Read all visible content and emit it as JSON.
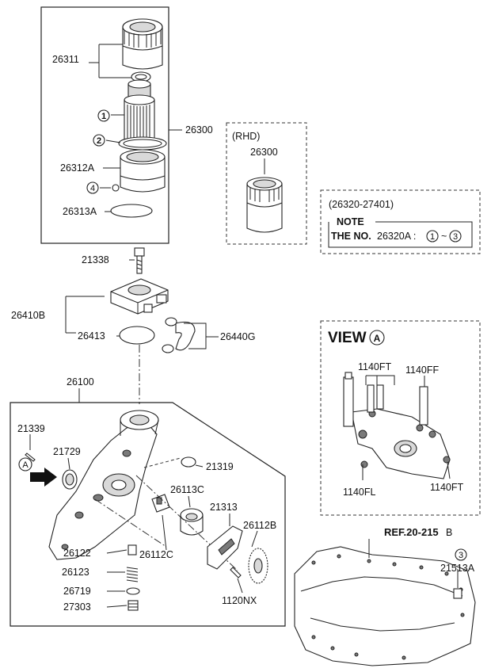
{
  "labels": {
    "p26311": "26311",
    "p26300": "26300",
    "p26312A": "26312A",
    "p26313A": "26313A",
    "c1": "1",
    "c2": "2",
    "c4": "4",
    "rhd_title": "(RHD)",
    "rhd_part": "26300",
    "note_range": "(26320-27401)",
    "note_title": "NOTE",
    "note_text": "THE NO.",
    "note_part": "26320A :",
    "note_c1": "1",
    "note_tilde": "~",
    "note_c3": "3",
    "p21338": "21338",
    "p26410B": "26410B",
    "p26413": "26413",
    "p26440G": "26440G",
    "p26100": "26100",
    "p21339": "21339",
    "p21729": "21729",
    "cA": "A",
    "p21319": "21319",
    "p26113C": "26113C",
    "p21313": "21313",
    "p26112B": "26112B",
    "p26122": "26122",
    "p26112C": "26112C",
    "p26123": "26123",
    "p26719": "26719",
    "p27303": "27303",
    "p1120NX": "1120NX",
    "view_title": "VIEW",
    "view_A": "A",
    "v1140FT_top": "1140FT",
    "v1140FF": "1140FF",
    "v1140FL": "1140FL",
    "v1140FT_bot": "1140FT",
    "ref_text": "REF.20-215",
    "ref_suffix": "B",
    "c3": "3",
    "p21513A": "21513A"
  }
}
